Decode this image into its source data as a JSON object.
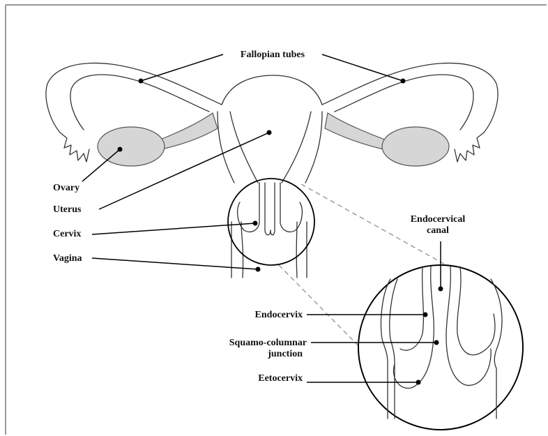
{
  "diagram": {
    "labels": {
      "fallopian_tubes": "Fallopian tubes",
      "ovary": "Ovary",
      "uterus": "Uterus",
      "cervix": "Cervix",
      "vagina": "Vagina",
      "endocervical_canal_line1": "Endocervical",
      "endocervical_canal_line2": "canal",
      "endocervix": "Endocervix",
      "squamo_columnar_line1": "Squamo-columnar",
      "squamo_columnar_line2": "junction",
      "ectocervix": "Eetocervix"
    }
  },
  "colors": {
    "ovary_fill": "#d6d6d6",
    "frame_border": "#666666"
  }
}
